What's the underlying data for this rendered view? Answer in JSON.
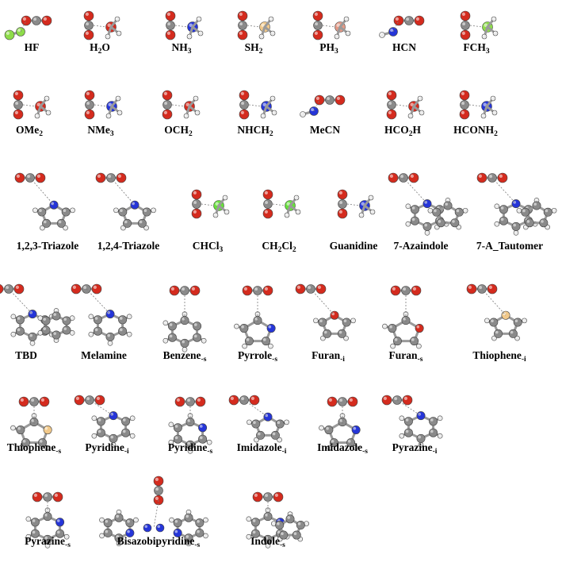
{
  "colors": {
    "carbon": "#8a8a8a",
    "oxygen": "#d42b1e",
    "nitrogen": "#2535d8",
    "hydrogen": "#ebebeb",
    "fluorine": "#8edc4a",
    "chlorine": "#66e23a",
    "sulfur": "#f2c98a",
    "phosphorus": "#e59a86",
    "contact": "#7a7a7a"
  },
  "molecules": [
    {
      "id": "hf",
      "label": "HF",
      "sub": "",
      "kind": "linear",
      "hetero": "F"
    },
    {
      "id": "h2o",
      "label": "H",
      "sub": "2",
      "tail": "O",
      "kind": "small",
      "hetero": "O"
    },
    {
      "id": "nh3",
      "label": "NH",
      "sub": "3",
      "kind": "small",
      "hetero": "N"
    },
    {
      "id": "sh2",
      "label": "SH",
      "sub": "2",
      "kind": "small",
      "hetero": "S"
    },
    {
      "id": "ph3",
      "label": "PH",
      "sub": "3",
      "kind": "small",
      "hetero": "P"
    },
    {
      "id": "hcn",
      "label": "HCN",
      "sub": "",
      "kind": "linear",
      "hetero": "N"
    },
    {
      "id": "fch3",
      "label": "FCH",
      "sub": "3",
      "kind": "small",
      "hetero": "F"
    },
    {
      "id": "ome2",
      "label": "OMe",
      "sub": "2",
      "kind": "small",
      "hetero": "O"
    },
    {
      "id": "nme3",
      "label": "NMe",
      "sub": "3",
      "kind": "small",
      "hetero": "N"
    },
    {
      "id": "och2",
      "label": "OCH",
      "sub": "2",
      "kind": "small",
      "hetero": "O"
    },
    {
      "id": "nhch2",
      "label": "NHCH",
      "sub": "2",
      "kind": "small",
      "hetero": "N"
    },
    {
      "id": "mecn",
      "label": "MeCN",
      "sub": "",
      "kind": "linear",
      "hetero": "N"
    },
    {
      "id": "hco2h",
      "label": "HCO",
      "sub": "2",
      "tail": "H",
      "kind": "small",
      "hetero": "O"
    },
    {
      "id": "hconh2",
      "label": "HCONH",
      "sub": "2",
      "kind": "small",
      "hetero": "N"
    },
    {
      "id": "triazole123",
      "label": "1,2,3-Triazole",
      "sub": "",
      "kind": "ring5",
      "hetero": "N"
    },
    {
      "id": "triazole124",
      "label": "1,2,4-Triazole",
      "sub": "",
      "kind": "ring5",
      "hetero": "N"
    },
    {
      "id": "chcl3",
      "label": "CHCl",
      "sub": "3",
      "kind": "small",
      "hetero": "Cl"
    },
    {
      "id": "ch2cl2",
      "label": "CH",
      "sub": "2",
      "tail": "Cl",
      "sub2": "2",
      "kind": "small",
      "hetero": "Cl"
    },
    {
      "id": "guanidine",
      "label": "Guanidine",
      "sub": "",
      "kind": "small",
      "hetero": "N"
    },
    {
      "id": "azaindole",
      "label": "7-Azaindole",
      "sub": "",
      "kind": "ring56",
      "hetero": "N"
    },
    {
      "id": "tautomer",
      "label": "7-A_Tautomer",
      "sub": "",
      "kind": "ring56",
      "hetero": "N"
    },
    {
      "id": "tbd",
      "label": "TBD",
      "sub": "",
      "kind": "ring66",
      "hetero": "N"
    },
    {
      "id": "melamine",
      "label": "Melamine",
      "sub": "",
      "kind": "ring6",
      "hetero": "N"
    },
    {
      "id": "benzene",
      "label": "Benzene",
      "sub": "-s",
      "kind": "ring6s",
      "hetero": "C"
    },
    {
      "id": "pyrrole",
      "label": "Pyrrole",
      "sub": "-s",
      "kind": "ring5s",
      "hetero": "N"
    },
    {
      "id": "furan_i",
      "label": "Furan",
      "sub": "-i",
      "kind": "ring5",
      "hetero": "O"
    },
    {
      "id": "furan_s",
      "label": "Furan",
      "sub": "-s",
      "kind": "ring5s",
      "hetero": "O"
    },
    {
      "id": "thiophene_i",
      "label": "Thiophene",
      "sub": "-i",
      "kind": "ring5",
      "hetero": "S"
    },
    {
      "id": "thiophene_s",
      "label": "Thiophene",
      "sub": "-s",
      "kind": "ring5s",
      "hetero": "S"
    },
    {
      "id": "pyridine_i",
      "label": "Pyridine",
      "sub": "-i",
      "kind": "ring6",
      "hetero": "N"
    },
    {
      "id": "pyridine_s",
      "label": "Pyridine",
      "sub": "-s",
      "kind": "ring6s",
      "hetero": "N"
    },
    {
      "id": "imidazole_i",
      "label": "Imidazole",
      "sub": "-i",
      "kind": "ring5",
      "hetero": "N"
    },
    {
      "id": "imidazole_s",
      "label": "Imidazole",
      "sub": "-s",
      "kind": "ring5s",
      "hetero": "N"
    },
    {
      "id": "pyrazine_i",
      "label": "Pyrazine",
      "sub": "-i",
      "kind": "ring6",
      "hetero": "N"
    },
    {
      "id": "pyrazine_s",
      "label": "Pyrazine",
      "sub": "-s",
      "kind": "ring6s",
      "hetero": "N"
    },
    {
      "id": "bisazo",
      "label": "Bisazobipyridine",
      "sub": "-s",
      "kind": "chain",
      "hetero": "N"
    },
    {
      "id": "indole_s",
      "label": "Indole",
      "sub": "-s",
      "kind": "ring56s",
      "hetero": "N"
    }
  ]
}
